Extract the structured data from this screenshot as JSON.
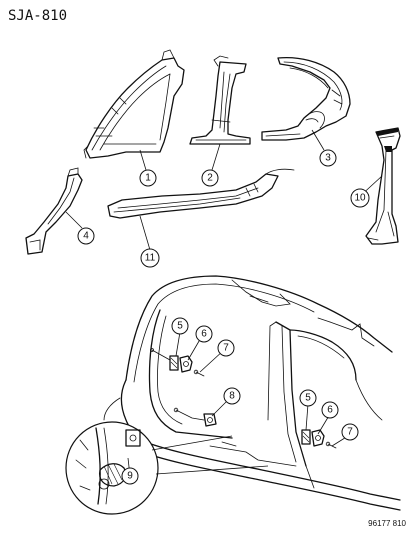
{
  "diagram": {
    "code": "SJA-810",
    "figure_number": "96177 810",
    "callouts": [
      "1",
      "2",
      "3",
      "4",
      "5",
      "6",
      "7",
      "8",
      "9",
      "10",
      "11"
    ]
  }
}
